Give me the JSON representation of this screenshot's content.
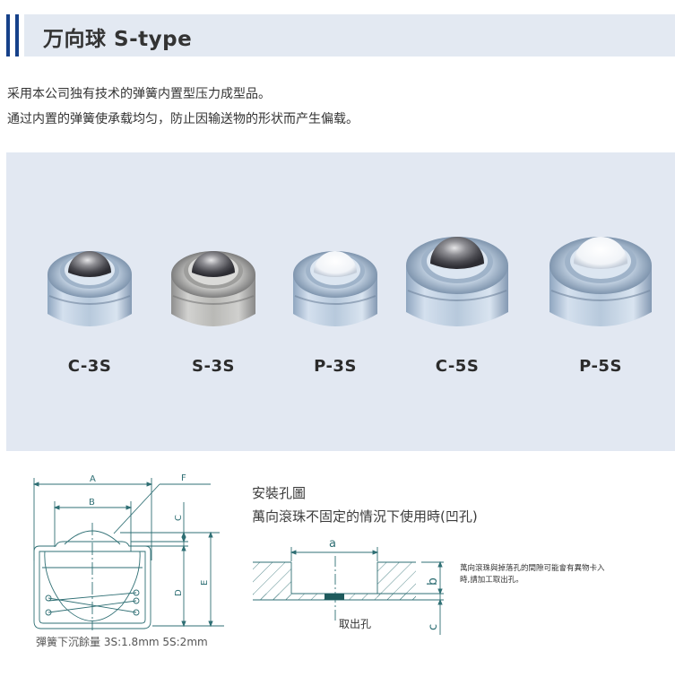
{
  "heading": {
    "title": "万向球 S-type",
    "accent_color": "#16418a",
    "band_color": "#e3e9f2"
  },
  "description": [
    "采用本公司独有技术的弹簧内置型压力成型品。",
    "通过内置的弹簧使承载均匀，防止因输送物的形状而产生偏载。"
  ],
  "products": [
    {
      "label": "C-3S",
      "ball": "steel",
      "body": "zinc"
    },
    {
      "label": "S-3S",
      "ball": "steel",
      "body": "stainless"
    },
    {
      "label": "P-3S",
      "ball": "resin-white",
      "body": "zinc"
    },
    {
      "label": "C-5S",
      "ball": "steel",
      "body": "zinc"
    },
    {
      "label": "P-5S",
      "ball": "resin-white",
      "body": "zinc"
    }
  ],
  "drawing": {
    "dimension_labels": {
      "A": "A",
      "B": "B",
      "C": "C",
      "D": "D",
      "E": "E",
      "F": "F"
    },
    "caption": "彈簧下沉餘量 3S:1.8mm 5S:2mm"
  },
  "mounting": {
    "title": "安裝孔圖",
    "subtitle": "萬向滾珠不固定的情況下使用時(凹孔)",
    "labels": {
      "a": "a",
      "b": "b",
      "c": "c",
      "hole": "取出孔"
    },
    "note_line1": "萬向滾珠與掉落孔的間隙可能會有異物卡入",
    "note_line2": "時,請加工取出孔。"
  }
}
